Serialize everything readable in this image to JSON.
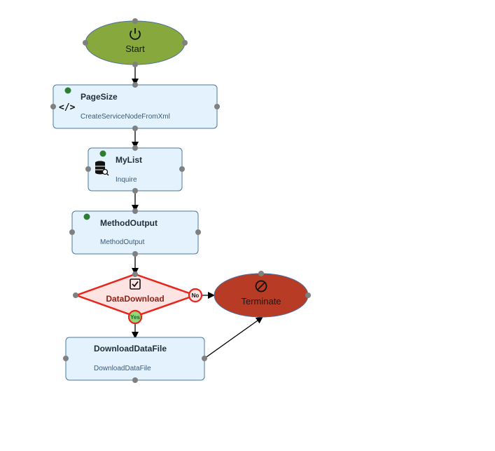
{
  "start": {
    "label": "Start",
    "icon": "power-icon",
    "color": "#86a83c"
  },
  "nodes": [
    {
      "title": "PageSize",
      "subtitle": "CreateServiceNodeFromXml",
      "icon": "code-icon"
    },
    {
      "title": "MyList",
      "subtitle": "Inquire",
      "icon": "database-search-icon"
    },
    {
      "title": "MethodOutput",
      "subtitle": "MethodOutput",
      "icon": ""
    },
    {
      "title": "DownloadDataFile",
      "subtitle": "DownloadDataFile",
      "icon": ""
    }
  ],
  "decision": {
    "label": "DataDownload",
    "icon": "checkbox-icon",
    "no_label": "No",
    "yes_label": "Yes",
    "border_color": "#e8251b",
    "fill_color": "#fde4e2"
  },
  "terminate": {
    "label": "Terminate",
    "icon": "stop-icon",
    "color": "#b83b25"
  },
  "colors": {
    "node_fill": "#e3f2fc",
    "node_border": "#4a7a9a",
    "status_dot": "#2e7d32"
  }
}
